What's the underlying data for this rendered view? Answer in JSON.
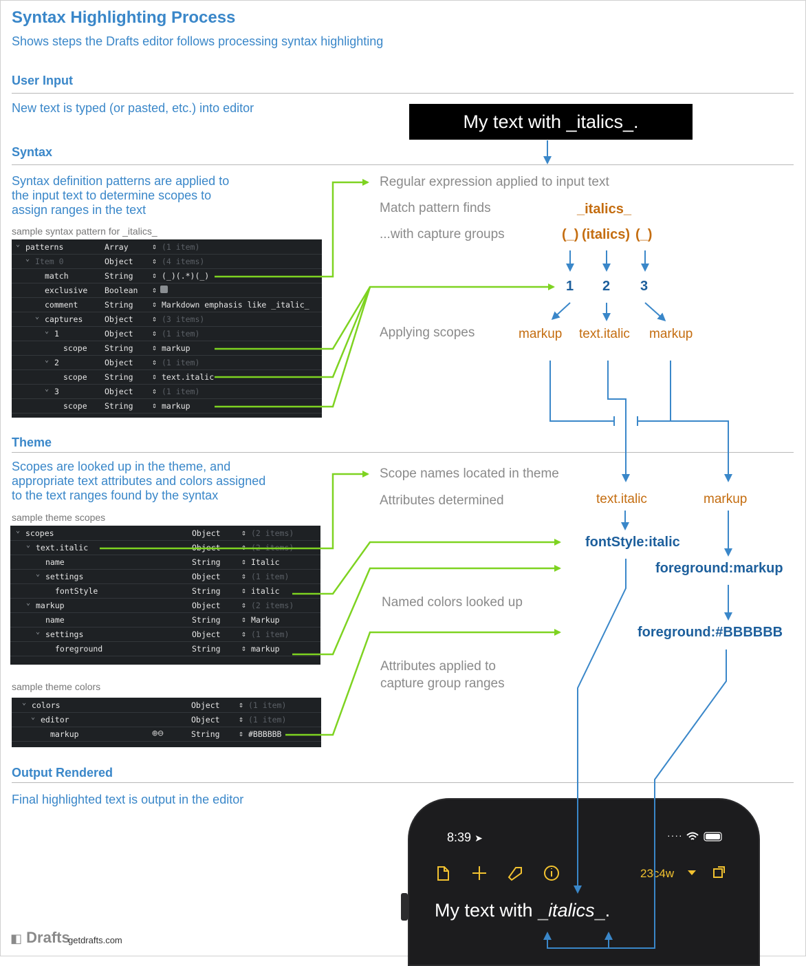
{
  "title": "Syntax Highlighting Process",
  "subtitle": "Shows steps the Drafts editor follows processing syntax highlighting",
  "sections": {
    "user_input": {
      "heading": "User Input",
      "desc": "New text is typed (or pasted, etc.) into editor"
    },
    "syntax": {
      "heading": "Syntax",
      "desc": [
        "Syntax definition patterns are applied to",
        "the input text to determine scopes to",
        "assign ranges in the text"
      ],
      "sample_label": "sample syntax pattern for _italics_"
    },
    "theme": {
      "heading": "Theme",
      "desc": [
        "Scopes are looked up in the theme, and",
        "appropriate text attributes and colors assigned",
        "to the text ranges found by the syntax"
      ],
      "sample_scopes_label": "sample theme scopes",
      "sample_colors_label": "sample theme colors"
    },
    "output": {
      "heading": "Output Rendered",
      "desc": "Final highlighted text is output in the editor"
    }
  },
  "input_text": "My text with _italics_.",
  "flow": {
    "regex_applied": "Regular expression applied to input text",
    "match_finds": "Match pattern finds",
    "match_value": "_italics_",
    "with_groups": "...with capture groups",
    "groups": [
      "(_)",
      "(italics)",
      "(_)"
    ],
    "group_numbers": [
      "1",
      "2",
      "3"
    ],
    "applying_scopes": "Applying scopes",
    "scopes": [
      "markup",
      "text.italic",
      "markup"
    ],
    "scope_names_located": "Scope names located in theme",
    "attributes_determined": "Attributes determined",
    "theme_scopes": [
      "text.italic",
      "markup"
    ],
    "font_style": "fontStyle:italic",
    "foreground_markup": "foreground:markup",
    "named_colors": "Named colors looked up",
    "foreground_hex": "foreground:#BBBBBB",
    "attributes_applied": [
      "Attributes applied to",
      "capture group ranges"
    ]
  },
  "syntax_table": [
    {
      "key": "patterns",
      "type": "Array",
      "value": "(1 item)",
      "dim": true
    },
    {
      "key": "Item 0",
      "type": "Object",
      "value": "(4 items)",
      "dim": true
    },
    {
      "key": "match",
      "type": "String",
      "value": "(_)(.*)(_)",
      "dim": false
    },
    {
      "key": "exclusive",
      "type": "Boolean",
      "value": "",
      "dim": false
    },
    {
      "key": "comment",
      "type": "String",
      "value": "Markdown emphasis like _italic_",
      "dim": false
    },
    {
      "key": "captures",
      "type": "Object",
      "value": "(3 items)",
      "dim": true
    },
    {
      "key": "1",
      "type": "Object",
      "value": "(1 item)",
      "dim": true
    },
    {
      "key": "scope",
      "type": "String",
      "value": "markup",
      "dim": false
    },
    {
      "key": "2",
      "type": "Object",
      "value": "(1 item)",
      "dim": true
    },
    {
      "key": "scope",
      "type": "String",
      "value": "text.italic",
      "dim": false
    },
    {
      "key": "3",
      "type": "Object",
      "value": "(1 item)",
      "dim": true
    },
    {
      "key": "scope",
      "type": "String",
      "value": "markup",
      "dim": false
    }
  ],
  "scopes_table": [
    {
      "key": "scopes",
      "type": "Object",
      "value": "(2 items)",
      "dim": true
    },
    {
      "key": "text.italic",
      "type": "Object",
      "value": "(2 items)",
      "dim": true
    },
    {
      "key": "name",
      "type": "String",
      "value": "Italic",
      "dim": false
    },
    {
      "key": "settings",
      "type": "Object",
      "value": "(1 item)",
      "dim": true
    },
    {
      "key": "fontStyle",
      "type": "String",
      "value": "italic",
      "dim": false
    },
    {
      "key": "markup",
      "type": "Object",
      "value": "(2 items)",
      "dim": true
    },
    {
      "key": "name",
      "type": "String",
      "value": "Markup",
      "dim": false
    },
    {
      "key": "settings",
      "type": "Object",
      "value": "(1 item)",
      "dim": true
    },
    {
      "key": "foreground",
      "type": "String",
      "value": "markup",
      "dim": false
    }
  ],
  "colors_table": [
    {
      "key": "colors",
      "type": "Object",
      "value": "(1 item)",
      "dim": true
    },
    {
      "key": "editor",
      "type": "Object",
      "value": "(1 item)",
      "dim": true
    },
    {
      "key": "markup",
      "type": "String",
      "value": "#BBBBBB",
      "dim": false
    }
  ],
  "phone": {
    "time": "8:39",
    "word_count": "23c4w",
    "text_before": "My text with ",
    "text_underscore1": "_",
    "text_italic": "italics",
    "text_underscore2": "_",
    "text_after": ".",
    "icons": [
      "document-icon",
      "plus-icon",
      "tag-icon",
      "info-icon",
      "chevron-down-icon",
      "expand-icon"
    ]
  },
  "footer": {
    "logo": "Drafts",
    "url": "getdrafts.com"
  },
  "colors": {
    "accent": "#3a87c9",
    "orange": "#c46d10",
    "dark_blue": "#1d5f9c",
    "green": "#7ed321",
    "phone_yellow": "#f2c230"
  }
}
